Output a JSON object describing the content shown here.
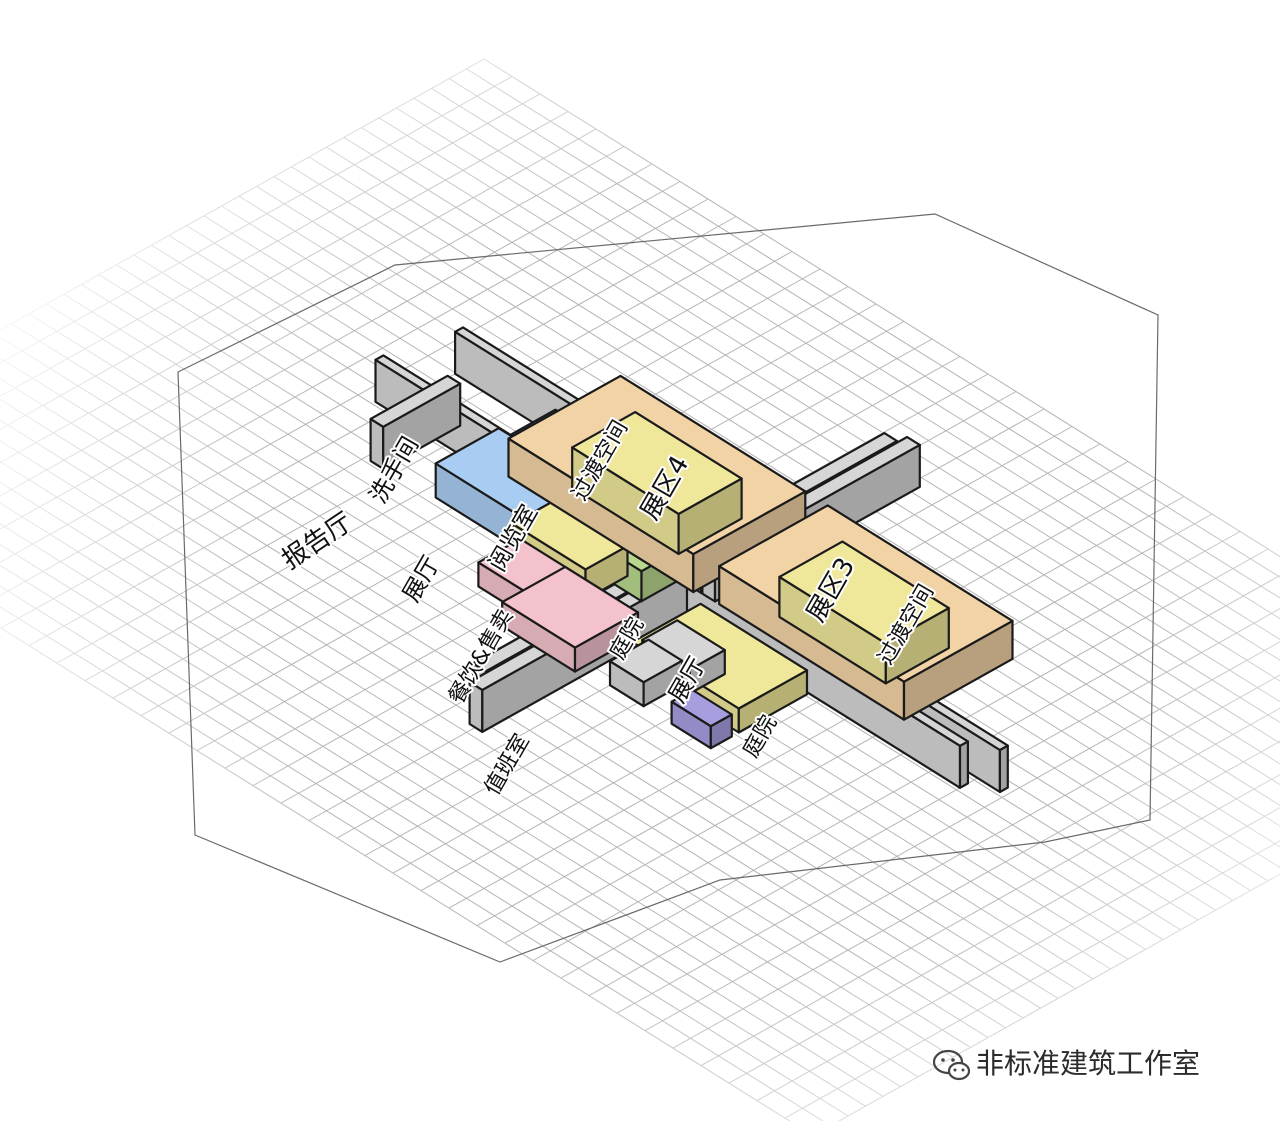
{
  "labels": {
    "lecture_hall": "报告厅",
    "washroom": "洗手间",
    "reading_room": "阅览室",
    "hall_left": "展厅",
    "dining_retail": "餐饮&售卖",
    "transition_top": "过渡空间",
    "zone4": "展区4",
    "zone3": "展区3",
    "transition_right": "过渡空间",
    "courtyard_1": "庭院",
    "hall_center": "展厅",
    "courtyard_2": "庭院",
    "duty_room": "值班室"
  },
  "watermark": {
    "text": "非标准建筑工作室",
    "icon": "wechat-icon"
  },
  "colors": {
    "background": "#ffffff",
    "grid": "#b5b5b5",
    "wall": "#d6d6d6",
    "lecture_hall": "#a9cdf2",
    "washroom": "#54548a",
    "reading_room": "#b8d88e",
    "hall": "#efe79a",
    "dining_retail": "#f4c2cc",
    "transition": "#f2d3a6",
    "zone": "#efe79a",
    "duty_room": "#a79ee0",
    "outline": "#1a1a1a"
  }
}
